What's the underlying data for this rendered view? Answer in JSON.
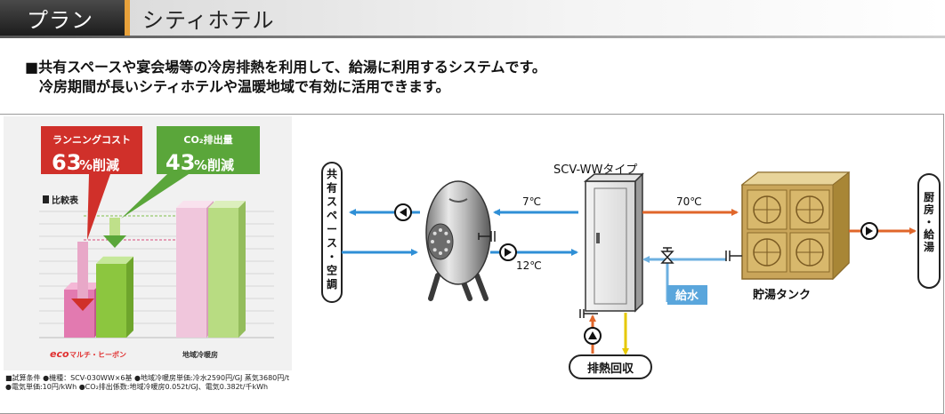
{
  "header": {
    "section_label": "プラン",
    "title": "シティホテル"
  },
  "intro": {
    "line1": "■共有スペースや宴会場等の冷房排熱を利用して、給湯に利用するシステムです。",
    "line2": "冷房期間が長いシティホテルや温暖地域で有効に活用できます。"
  },
  "comparison": {
    "legend_label": "比較表",
    "callout_cost": {
      "label": "ランニングコスト",
      "value": "63",
      "unit": "%削減"
    },
    "callout_co2": {
      "label": "CO₂排出量",
      "value": "43",
      "unit": "%削減"
    },
    "category_eco_prefix": "eco",
    "category_eco_suffix": "マルチ・ヒーポン",
    "category_district": "地域冷暖房",
    "bars": {
      "eco_cost": 37,
      "eco_co2": 57,
      "district_cost": 100,
      "district_co2": 100
    },
    "colors": {
      "cost": "#e27ab0",
      "co2": "#8cc63f",
      "cost_callout": "#d0302a",
      "co2_callout": "#5aa63a"
    }
  },
  "notes": "■試算条件 ●機種：SCV-030WW×6基 ●地域冷暖房単価:冷水2590円/GJ 蒸気3680円/t ●電気単価:10円/kWh ●CO₂排出係数:地域冷暖房0.052t/GJ、電気0.382t/千kWh",
  "system": {
    "left_box": "共有スペース・空調",
    "right_box": "厨房・給湯",
    "unit_title": "SCV-WWタイプ",
    "temp_7": "7℃",
    "temp_12": "12℃",
    "temp_70": "70℃",
    "water_supply": "給水",
    "tank_label": "貯湯タンク",
    "heat_recovery": "排熱回収",
    "colors": {
      "cold": "#2f8fd6",
      "hot": "#e0662a",
      "exhaust": "#f3e23a",
      "supply": "#6db0e0"
    }
  }
}
